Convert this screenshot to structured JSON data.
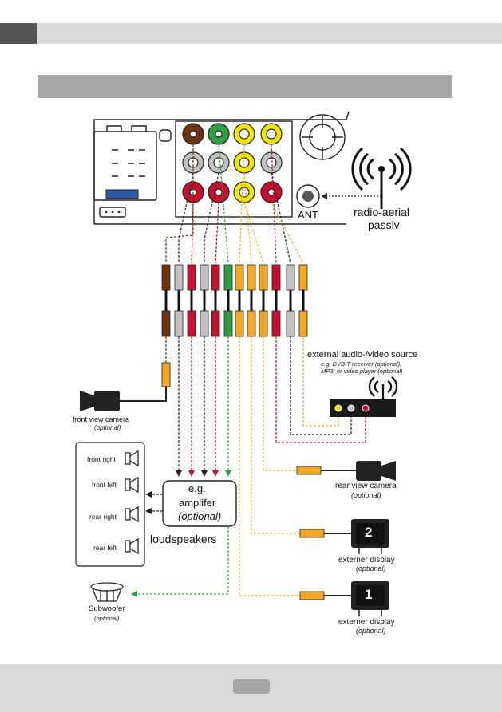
{
  "antenna": {
    "ant_label": "ANT",
    "aerial_line1": "radio-aerial",
    "aerial_line2": "passiv"
  },
  "source": {
    "title": "external audio-/video source",
    "sub1": "e.g. DVB-T receiver (optional),",
    "sub2": "MP3- or video player (optional)"
  },
  "front_camera": {
    "label": "front view camera",
    "optional": "(optional)"
  },
  "rear_camera": {
    "label": "rear view camera",
    "optional": "(optional)"
  },
  "speakers": {
    "items": [
      "front right",
      "front left",
      "rear right",
      "rear left"
    ],
    "group_label": "loudspeakers"
  },
  "amplifier": {
    "line1": "e.g.",
    "line2": "amplifer",
    "line3": "(optional)"
  },
  "subwoofer": {
    "label": "Subwoofer",
    "optional": "(optional)"
  },
  "display2": {
    "number": "2",
    "label": "externer display",
    "optional": "(optional)"
  },
  "display1": {
    "number": "1",
    "label": "externer display",
    "optional": "(optional)"
  },
  "colors": {
    "brown": "#6b3410",
    "gray": "#c0c0c0",
    "red": "#c8102e",
    "green": "#2ea043",
    "yellow": "#f2e600",
    "orange": "#f5a623",
    "accent_blue": "#2f5aa8"
  }
}
